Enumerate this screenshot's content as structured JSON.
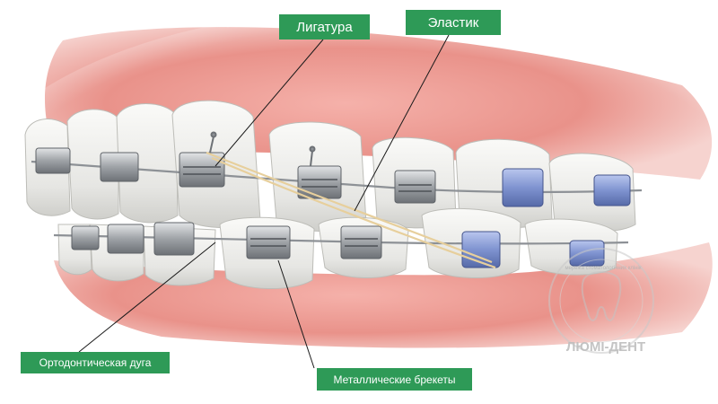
{
  "labels": {
    "ligature": "Лигатура",
    "elastic": "Эластик",
    "archwire": "Ортодонтическая дуга",
    "brackets": "Металлические брекеты"
  },
  "watermark": {
    "brand": "ЛЮМІ-ДЕНТ",
    "tagline": "мережа стоматологічних клінік"
  },
  "colors": {
    "label_bg": "#2e9a57",
    "gum": "#e9928a",
    "tooth": "#eeeeec",
    "metal_bracket": "#b8bcc0",
    "ceramic_bracket": "#8a9ed6",
    "elastic": "#e7cf9c",
    "leader_line": "#1a1a1a"
  }
}
